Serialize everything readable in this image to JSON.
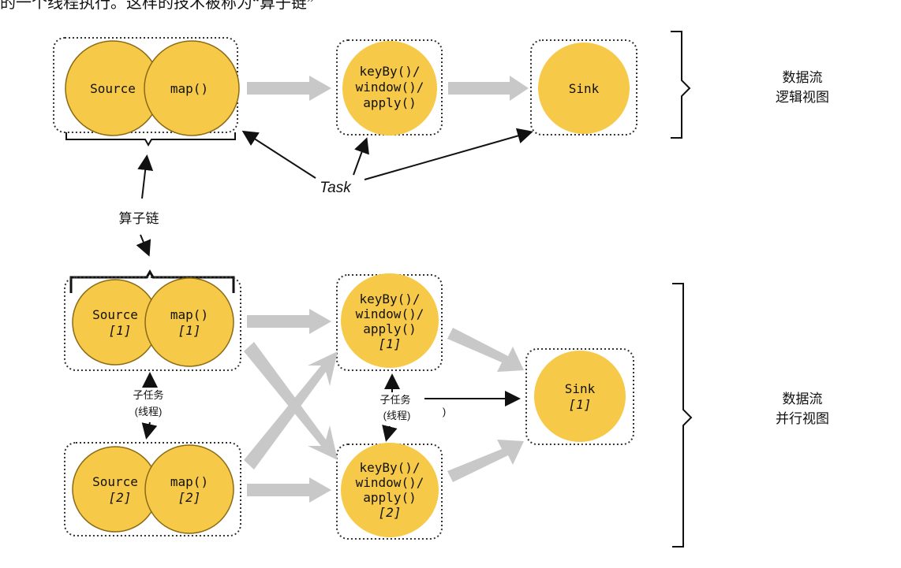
{
  "top_text": "的一个线程执行。这样的技术被称为“算子链”",
  "logical_view": {
    "label_line1": "数据流",
    "label_line2": "逻辑视图",
    "source": "Source",
    "map": "map()",
    "keyby_lines": [
      "keyBy()/",
      "window()/",
      "apply()"
    ],
    "sink": "Sink",
    "task_label": "Task",
    "chain_label": "算子链"
  },
  "parallel_view": {
    "label_line1": "数据流",
    "label_line2": "并行视图",
    "source1": [
      "Source",
      "[1]"
    ],
    "map1": [
      "map()",
      "[1]"
    ],
    "source2": [
      "Source",
      "[2]"
    ],
    "map2": [
      "map()",
      "[2]"
    ],
    "keyby1": [
      "keyBy()/",
      "window()/",
      "apply()",
      "[1]"
    ],
    "keyby2": [
      "keyBy()/",
      "window()/",
      "apply()",
      "[2]"
    ],
    "sink1": [
      "Sink",
      "[1]"
    ],
    "subtask_label1": [
      "子任务",
      "(线程)"
    ],
    "subtask_label2": [
      "子任务",
      "(线程)"
    ],
    "stray_char": ")"
  },
  "colors": {
    "node_fill": "#f7c948",
    "node_stroke": "#8a6a16",
    "flow_arrow": "#c8c8c8",
    "box_border": "#333333"
  }
}
